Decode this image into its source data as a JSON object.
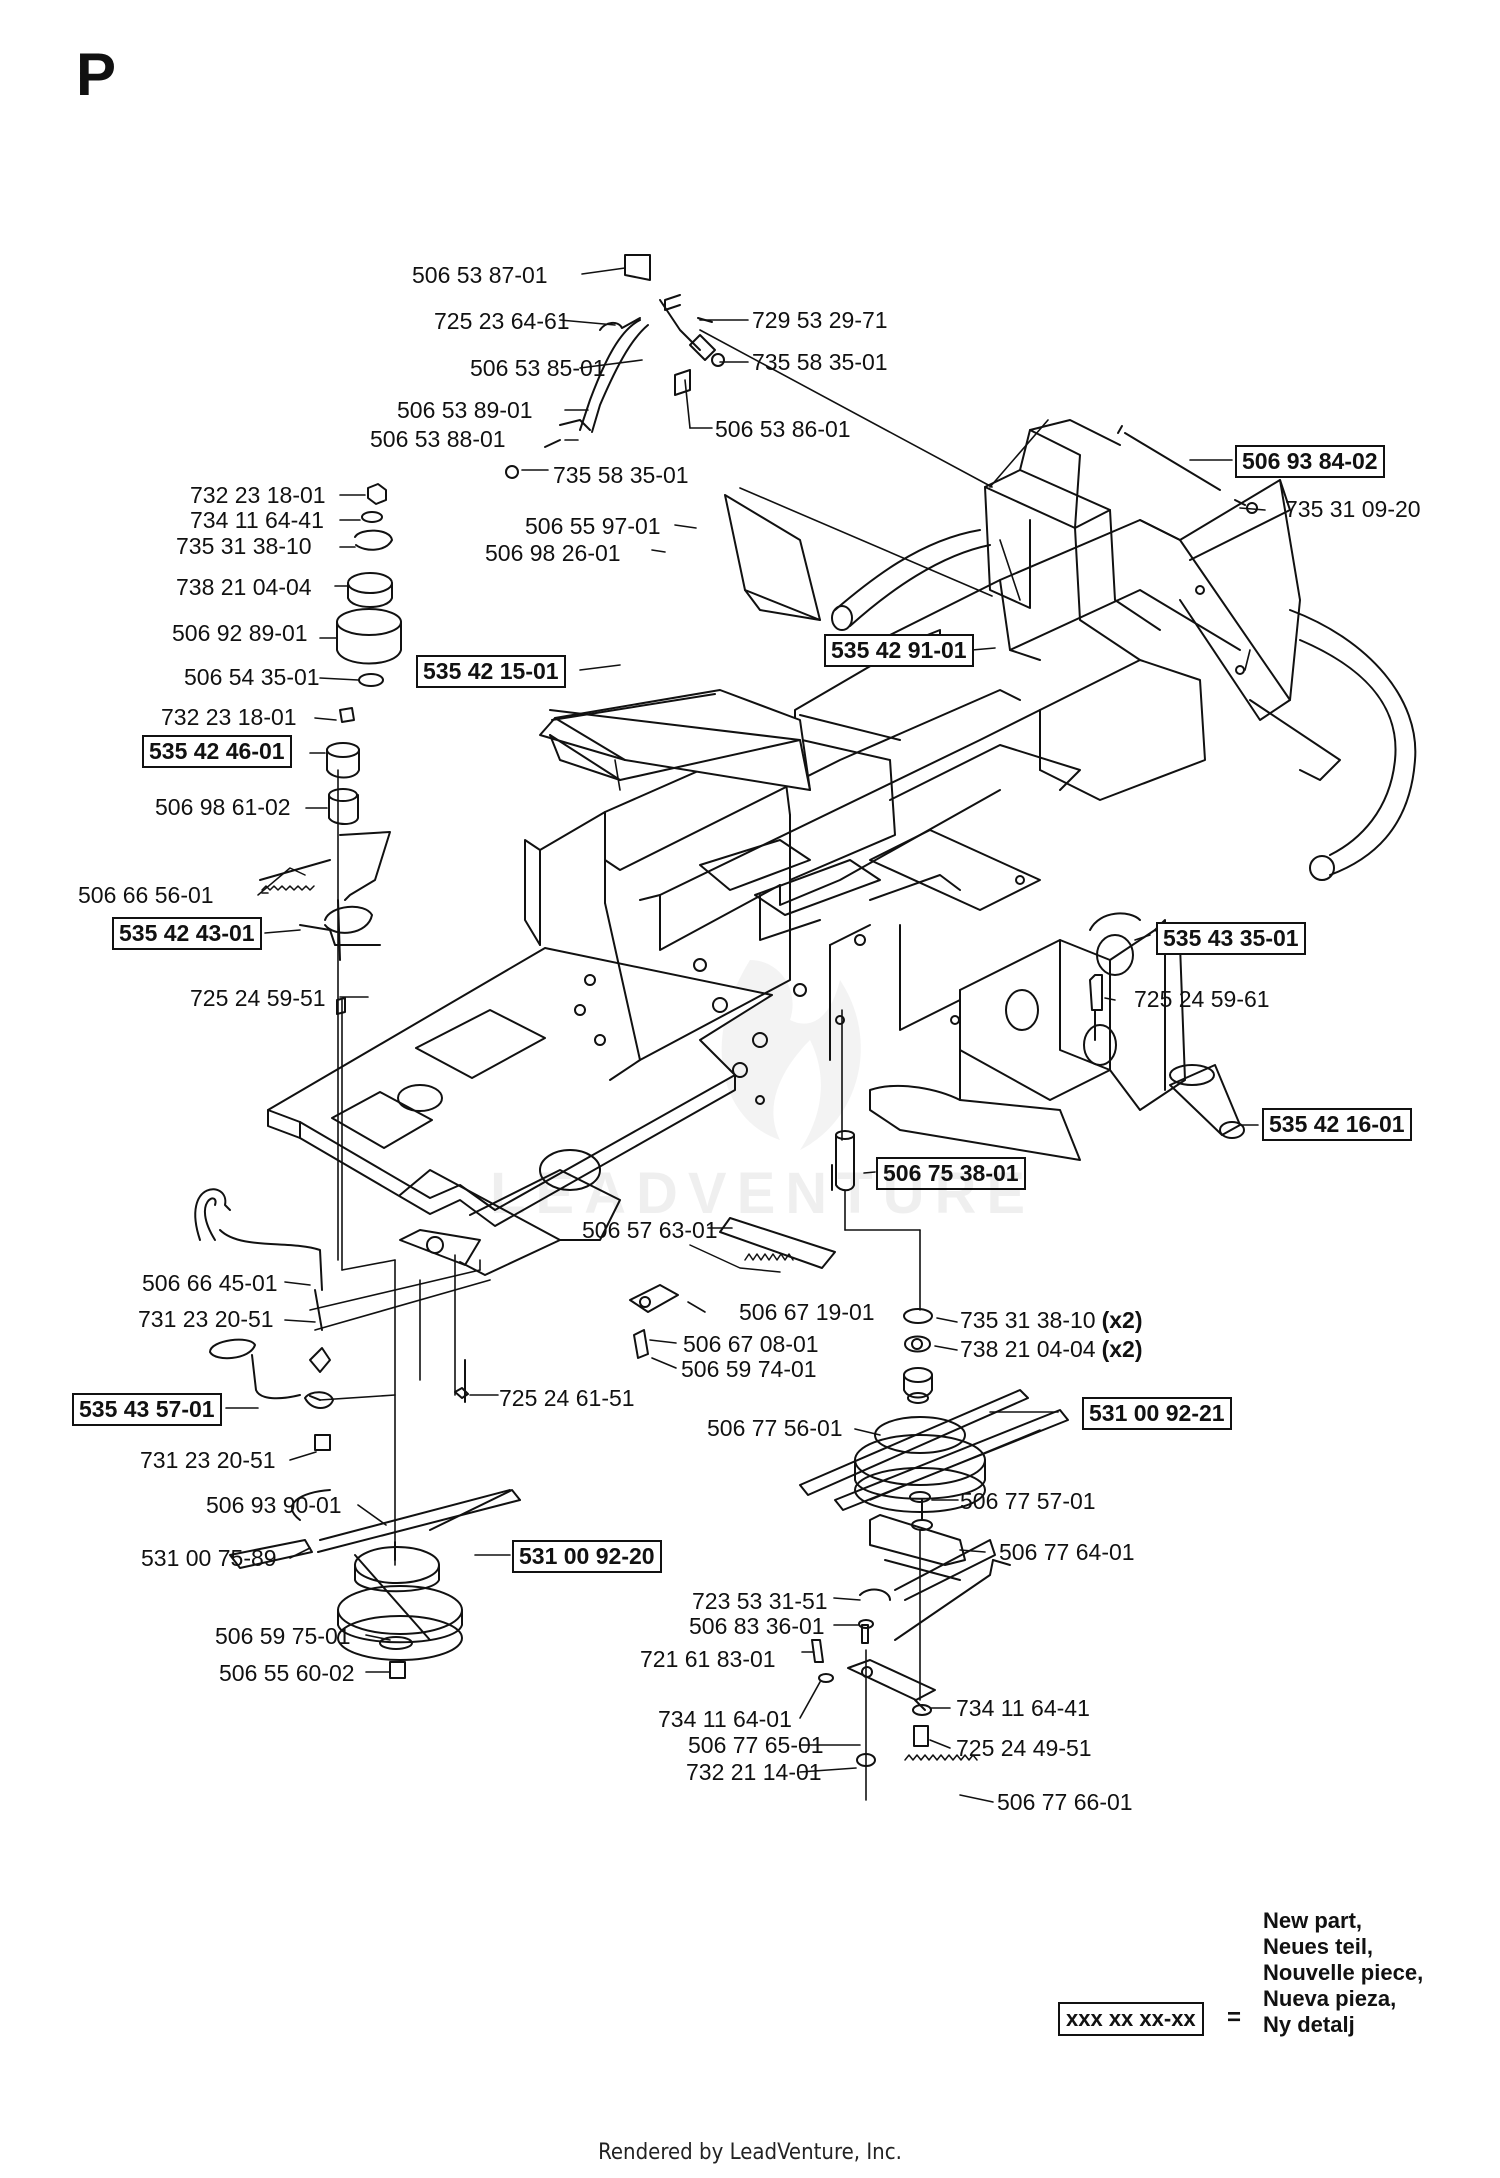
{
  "page": {
    "section_letter": "P",
    "footer": "Rendered by LeadVenture, Inc."
  },
  "watermark": {
    "text": "LEADVENTURE"
  },
  "legend": {
    "sample": "xxx xx xx-xx",
    "equals": "=",
    "lines": [
      "New part,",
      "Neues teil,",
      "Nouvelle piece,",
      "Nueva pieza,",
      "Ny detalj"
    ]
  },
  "parts": [
    {
      "id": "p01",
      "number": "506 53 87-01",
      "new": false
    },
    {
      "id": "p02",
      "number": "725 23 64-61",
      "new": false
    },
    {
      "id": "p03",
      "number": "729 53 29-71",
      "new": false
    },
    {
      "id": "p04",
      "number": "506 53 85-01",
      "new": false
    },
    {
      "id": "p05",
      "number": "735 58 35-01",
      "new": false
    },
    {
      "id": "p06",
      "number": "506 53 89-01",
      "new": false
    },
    {
      "id": "p07",
      "number": "506 53 88-01",
      "new": false
    },
    {
      "id": "p08",
      "number": "506 53 86-01",
      "new": false
    },
    {
      "id": "p09",
      "number": "735 58 35-01",
      "new": false
    },
    {
      "id": "p10",
      "number": "506 93 84-02",
      "new": true
    },
    {
      "id": "p11",
      "number": "735 31 09-20",
      "new": false
    },
    {
      "id": "p12",
      "number": "732 23 18-01",
      "new": false
    },
    {
      "id": "p13",
      "number": "734 11 64-41",
      "new": false
    },
    {
      "id": "p14",
      "number": "735 31 38-10",
      "new": false
    },
    {
      "id": "p15",
      "number": "506 55 97-01",
      "new": false
    },
    {
      "id": "p16",
      "number": "506 98 26-01",
      "new": false
    },
    {
      "id": "p17",
      "number": "738 21 04-04",
      "new": false
    },
    {
      "id": "p18",
      "number": "506 92 89-01",
      "new": false
    },
    {
      "id": "p19",
      "number": "535 42 91-01",
      "new": true
    },
    {
      "id": "p20",
      "number": "506 54 35-01",
      "new": false
    },
    {
      "id": "p21",
      "number": "535 42 15-01",
      "new": true
    },
    {
      "id": "p22",
      "number": "732 23 18-01",
      "new": false
    },
    {
      "id": "p23",
      "number": "535 42 46-01",
      "new": true
    },
    {
      "id": "p24",
      "number": "506 98 61-02",
      "new": false
    },
    {
      "id": "p25",
      "number": "506 66 56-01",
      "new": false
    },
    {
      "id": "p26",
      "number": "535 42 43-01",
      "new": true
    },
    {
      "id": "p27",
      "number": "535 43 35-01",
      "new": true
    },
    {
      "id": "p28",
      "number": "725 24 59-51",
      "new": false
    },
    {
      "id": "p29",
      "number": "725 24 59-61",
      "new": false
    },
    {
      "id": "p30",
      "number": "535 42 16-01",
      "new": true
    },
    {
      "id": "p31",
      "number": "506 75 38-01",
      "new": true
    },
    {
      "id": "p32",
      "number": "506 57 63-01",
      "new": false
    },
    {
      "id": "p33",
      "number": "506 66 45-01",
      "new": false
    },
    {
      "id": "p34",
      "number": "731 23 20-51",
      "new": false
    },
    {
      "id": "p35",
      "number": "506 67 19-01",
      "new": false
    },
    {
      "id": "p36",
      "number": "735 31 38-10",
      "new": false,
      "qty": "(x2)"
    },
    {
      "id": "p37",
      "number": "506 67 08-01",
      "new": false
    },
    {
      "id": "p38",
      "number": "738 21 04-04",
      "new": false,
      "qty": "(x2)"
    },
    {
      "id": "p39",
      "number": "506 59 74-01",
      "new": false
    },
    {
      "id": "p40",
      "number": "725 24 61-51",
      "new": false
    },
    {
      "id": "p41",
      "number": "535 43 57-01",
      "new": true
    },
    {
      "id": "p42",
      "number": "506 77 56-01",
      "new": false
    },
    {
      "id": "p43",
      "number": "531 00 92-21",
      "new": true
    },
    {
      "id": "p44",
      "number": "731 23 20-51",
      "new": false
    },
    {
      "id": "p45",
      "number": "506 77 57-01",
      "new": false
    },
    {
      "id": "p46",
      "number": "506 93 90-01",
      "new": false
    },
    {
      "id": "p47",
      "number": "506 77 64-01",
      "new": false
    },
    {
      "id": "p48",
      "number": "531 00 75-89",
      "new": false
    },
    {
      "id": "p49",
      "number": "531 00 92-20",
      "new": true
    },
    {
      "id": "p50",
      "number": "723 53 31-51",
      "new": false
    },
    {
      "id": "p51",
      "number": "506 83 36-01",
      "new": false
    },
    {
      "id": "p52",
      "number": "506 59 75-01",
      "new": false
    },
    {
      "id": "p53",
      "number": "721 61 83-01",
      "new": false
    },
    {
      "id": "p54",
      "number": "506 55 60-02",
      "new": false
    },
    {
      "id": "p55",
      "number": "734 11 64-41",
      "new": false
    },
    {
      "id": "p56",
      "number": "734 11 64-01",
      "new": false
    },
    {
      "id": "p57",
      "number": "725 24 49-51",
      "new": false
    },
    {
      "id": "p58",
      "number": "506 77 65-01",
      "new": false
    },
    {
      "id": "p59",
      "number": "732 21 14-01",
      "new": false
    },
    {
      "id": "p60",
      "number": "506 77 66-01",
      "new": false
    }
  ]
}
